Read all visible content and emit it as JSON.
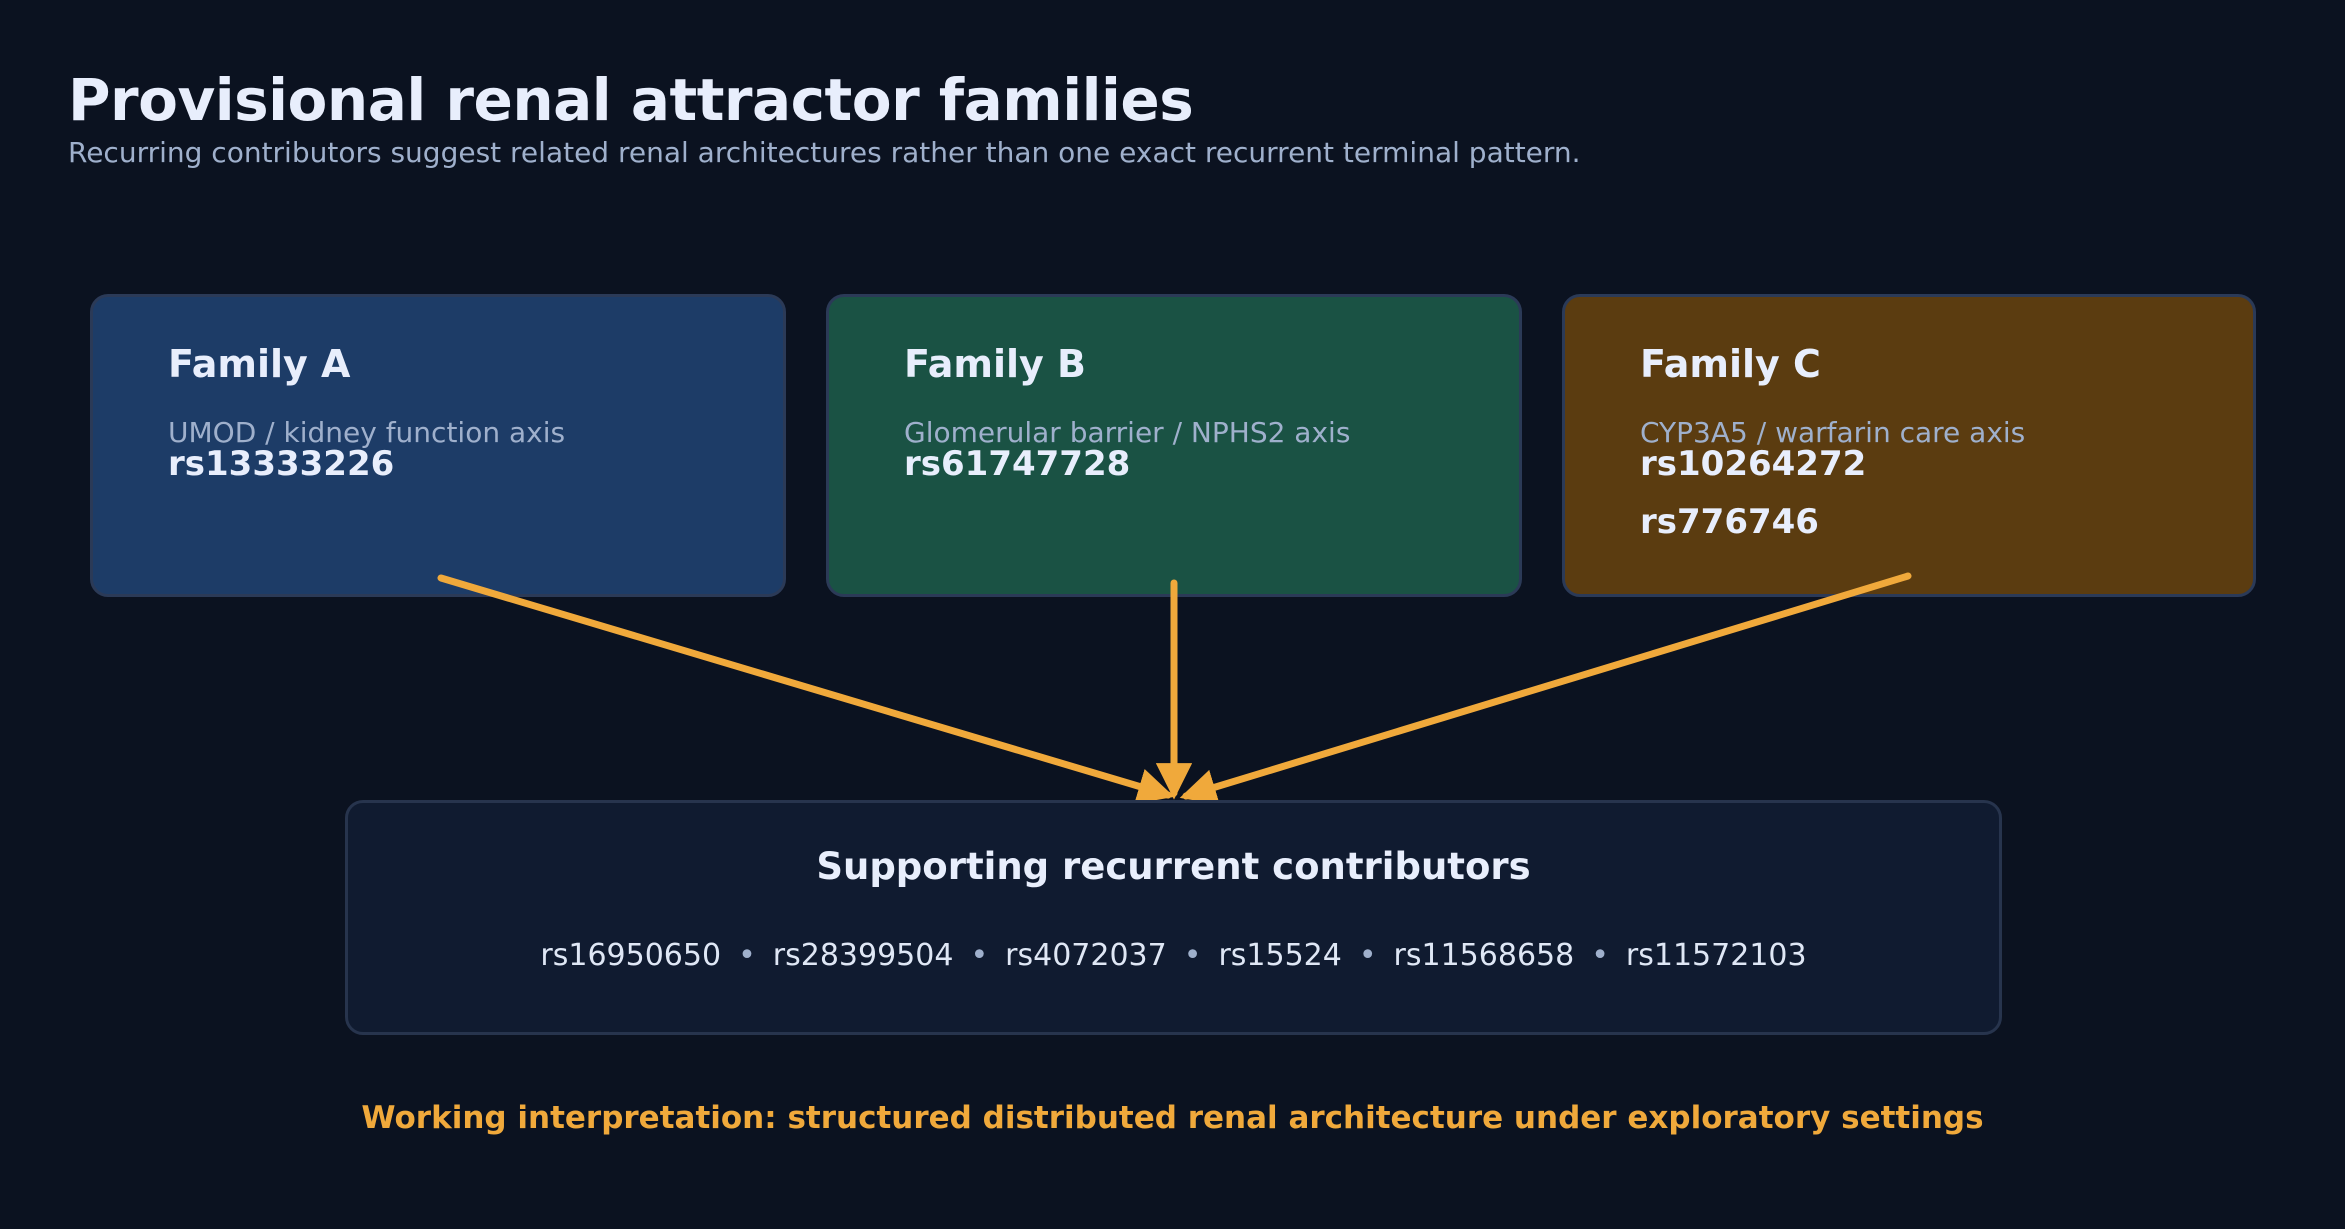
{
  "header": {
    "title": "Provisional renal attractor families",
    "subtitle": "Recurring contributors suggest related renal architectures rather than one exact recurrent terminal pattern."
  },
  "families": [
    {
      "title": "Family A",
      "axis": "UMOD / kidney function axis",
      "variants": [
        "rs13333226"
      ],
      "color": "#1d3c67"
    },
    {
      "title": "Family B",
      "axis": "Glomerular barrier / NPHS2 axis",
      "variants": [
        "rs61747728"
      ],
      "color": "#1a5244"
    },
    {
      "title": "Family C",
      "axis": "CYP3A5 / warfarin care axis",
      "variants": [
        "rs10264272",
        "rs776746"
      ],
      "color": "#5b3c10"
    }
  ],
  "support": {
    "title": "Supporting recurrent contributors",
    "separator": "•",
    "items": [
      "rs16950650",
      "rs28399504",
      "rs4072037",
      "rs15524",
      "rs11568658",
      "rs11572103"
    ]
  },
  "footer": {
    "note": "Working interpretation: structured distributed renal architecture under exploratory settings"
  },
  "colors": {
    "background": "#0b1220",
    "arrow": "#f0a93b",
    "accent": "#f0a93b",
    "text_primary": "#e8eefc",
    "text_muted": "#9fb0cc",
    "card_border": "#2b3a57",
    "panel_fill": "#101b30",
    "panel_border": "#27344d"
  }
}
